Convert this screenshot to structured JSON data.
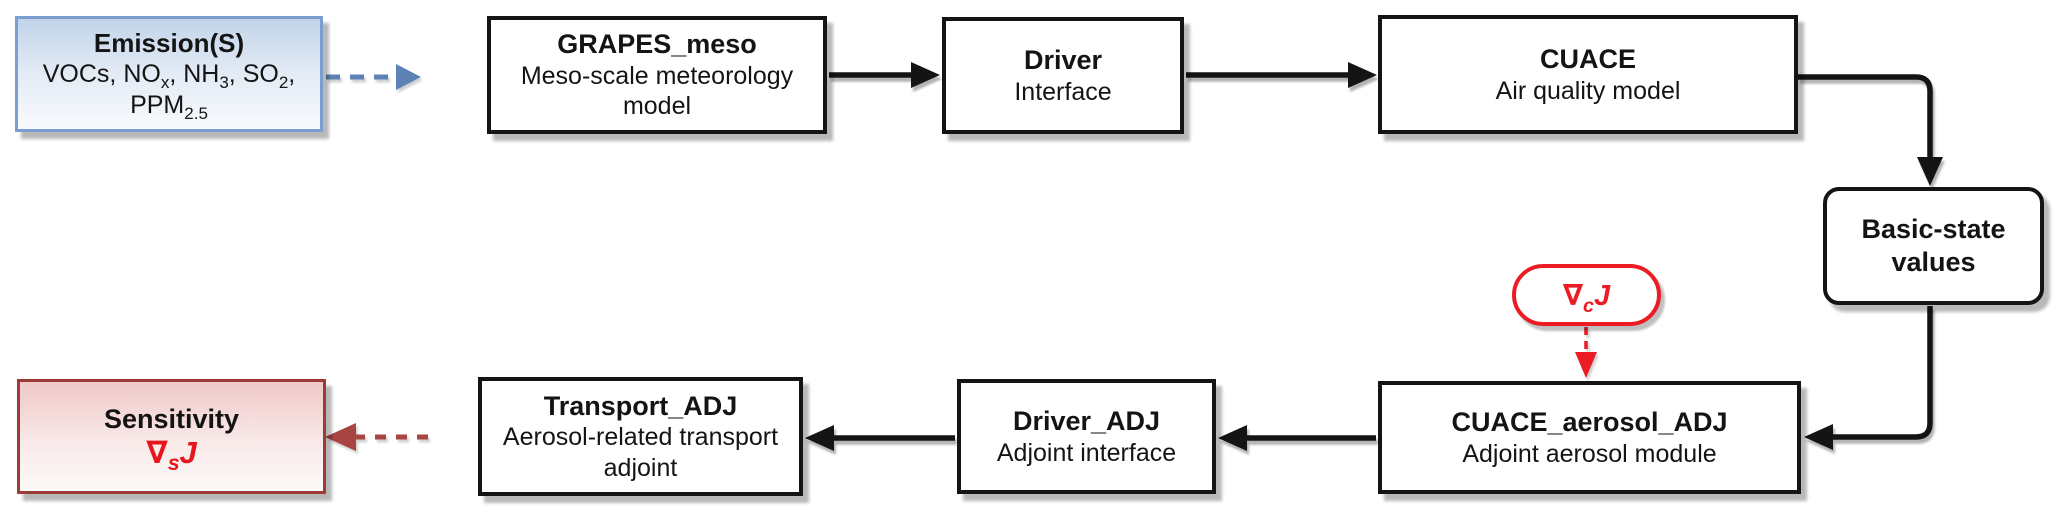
{
  "figure": {
    "background": "#ffffff",
    "colors": {
      "black": "#141414",
      "blue_box_border": "#7b9ed0",
      "blue_arrow": "#5d82b5",
      "maroon_box_border": "#9d3b39",
      "maroon_arrow": "#a84543",
      "bright_red": "#ec1c24"
    },
    "nodes": {
      "emission": {
        "title": "Emission(S)",
        "species": [
          "VOCs, NO",
          "x",
          ", NH",
          "3",
          ", SO",
          "2",
          ",",
          "PPM",
          "2.5"
        ]
      },
      "grapes_meso": {
        "title": "GRAPES_meso",
        "subtitle": "Meso-scale meteorology model"
      },
      "driver": {
        "title": "Driver",
        "subtitle": "Interface"
      },
      "cuace": {
        "title": "CUACE",
        "subtitle": "Air quality model"
      },
      "basic_state": {
        "line1": "Basic-state",
        "line2": "values"
      },
      "cost_function": {
        "gradient": [
          "∇",
          "c",
          "J"
        ]
      },
      "cuace_aerosol_adj": {
        "title": "CUACE_aerosol_ADJ",
        "subtitle": "Adjoint aerosol module"
      },
      "driver_adj": {
        "title": "Driver_ADJ",
        "subtitle": "Adjoint interface"
      },
      "transport_adj": {
        "title": "Transport_ADJ",
        "subtitle": "Aerosol-related transport adjoint"
      },
      "sensitivity": {
        "title": "Sensitivity",
        "gradient": [
          "∇",
          "s",
          "J"
        ]
      }
    }
  }
}
